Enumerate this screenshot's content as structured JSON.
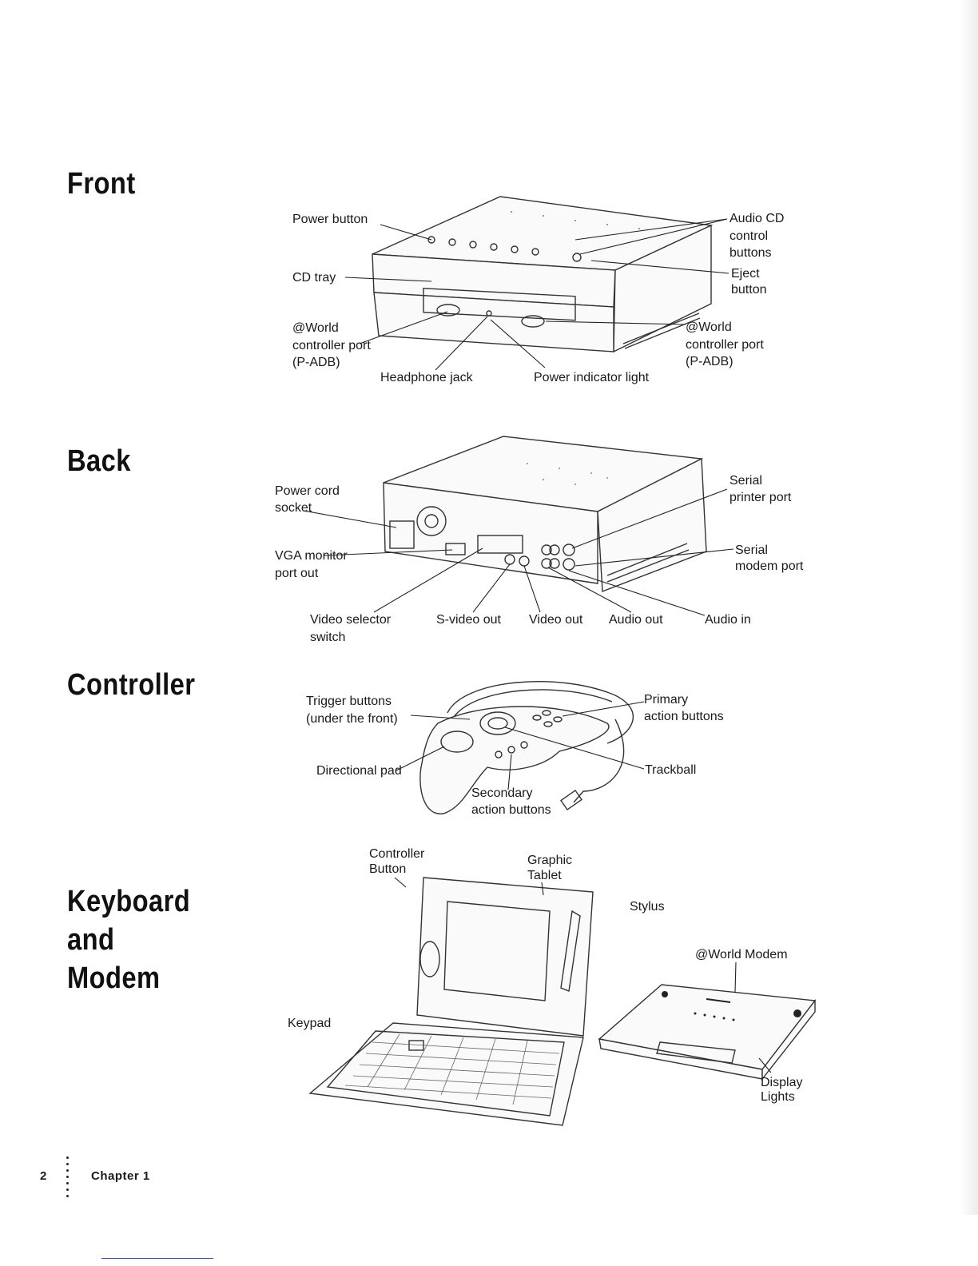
{
  "sections": {
    "front": {
      "heading": "Front",
      "labels": {
        "power_button": "Power button",
        "audio_cd_1": "Audio CD",
        "audio_cd_2": "control",
        "audio_cd_3": "buttons",
        "cd_tray": "CD tray",
        "eject_1": "Eject",
        "eject_2": "button",
        "port_left_1": "@World",
        "port_left_2": "controller port",
        "port_left_3": "(P-ADB)",
        "port_right_1": "@World",
        "port_right_2": "controller port",
        "port_right_3": "(P-ADB)",
        "headphone": "Headphone jack",
        "power_light": "Power indicator light"
      }
    },
    "back": {
      "heading": "Back",
      "labels": {
        "power_cord_1": "Power cord",
        "power_cord_2": "socket",
        "serial_printer_1": "Serial",
        "serial_printer_2": "printer port",
        "vga_1": "VGA monitor",
        "vga_2": "port out",
        "serial_modem_1": "Serial",
        "serial_modem_2": "modem port",
        "video_selector_1": "Video selector",
        "video_selector_2": "switch",
        "svideo": "S-video out",
        "video_out": "Video out",
        "audio_out": "Audio out",
        "audio_in": "Audio in"
      }
    },
    "controller": {
      "heading": "Controller",
      "labels": {
        "trigger_1": "Trigger buttons",
        "trigger_2": "(under the front)",
        "primary_1": "Primary",
        "primary_2": "action buttons",
        "dpad": "Directional pad",
        "trackball": "Trackball",
        "secondary_1": "Secondary",
        "secondary_2": "action buttons"
      }
    },
    "keyboard": {
      "heading_1": "Keyboard",
      "heading_2": "and",
      "heading_3": "Modem",
      "labels": {
        "controller_button_1": "Controller",
        "controller_button_2": "Button",
        "graphic_tablet_1": "Graphic",
        "graphic_tablet_2": "Tablet",
        "stylus": "Stylus",
        "modem": "@World Modem",
        "keypad": "Keypad",
        "display_lights_1": "Display",
        "display_lights_2": "Lights"
      }
    }
  },
  "footer": {
    "page_number": "2",
    "chapter": "Chapter 1"
  }
}
